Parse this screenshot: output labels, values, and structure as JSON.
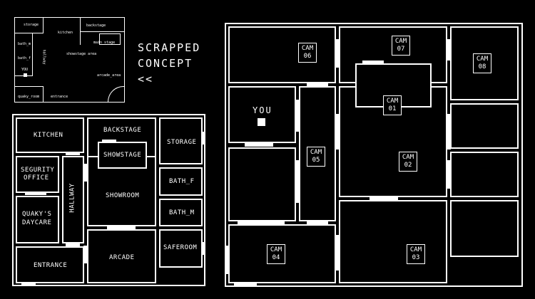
{
  "title": {
    "line1": "SCRAPPED",
    "line2": "CONCEPT",
    "back": "<<"
  },
  "mini_map": {
    "labels": {
      "storage": "storage",
      "kitchen": "kitchen",
      "backstage": "backstage",
      "main_stage": "main_stage",
      "bath_m": "bath_m",
      "bath_f": "bath_f",
      "hallway": "hallway",
      "showstage_area": "showstage area",
      "you": "YOU",
      "arcade_area": "arcade_area",
      "quaky_room": "quaky_room",
      "entrance": "entrance"
    }
  },
  "floor_map": {
    "kitchen": "KITCHEN",
    "backstage": "BACKSTAGE",
    "storage": "STORAGE",
    "security_office_1": "SEGURITY",
    "security_office_2": "OFFICE",
    "hallway": "HALLWAY",
    "showstage": "SHOWSTAGE",
    "showroom": "SHOWROOM",
    "bath_f": "BATH_F",
    "bath_m": "BATH_M",
    "daycare_1": "QUAKY'S",
    "daycare_2": "DAYCARE",
    "saferoom": "SAFEROOM",
    "entrance": "ENTRANCE",
    "arcade": "ARCADE"
  },
  "camera_map": {
    "you": "YOU",
    "cams": [
      {
        "id": "cam06",
        "line1": "CAM",
        "line2": "06"
      },
      {
        "id": "cam07",
        "line1": "CAM",
        "line2": "07"
      },
      {
        "id": "cam08",
        "line1": "CAM",
        "line2": "08"
      },
      {
        "id": "cam01",
        "line1": "CAM",
        "line2": "01"
      },
      {
        "id": "cam05",
        "line1": "CAM",
        "line2": "05"
      },
      {
        "id": "cam02",
        "line1": "CAM",
        "line2": "02"
      },
      {
        "id": "cam04",
        "line1": "CAM",
        "line2": "04"
      },
      {
        "id": "cam03",
        "line1": "CAM",
        "line2": "03"
      }
    ]
  }
}
